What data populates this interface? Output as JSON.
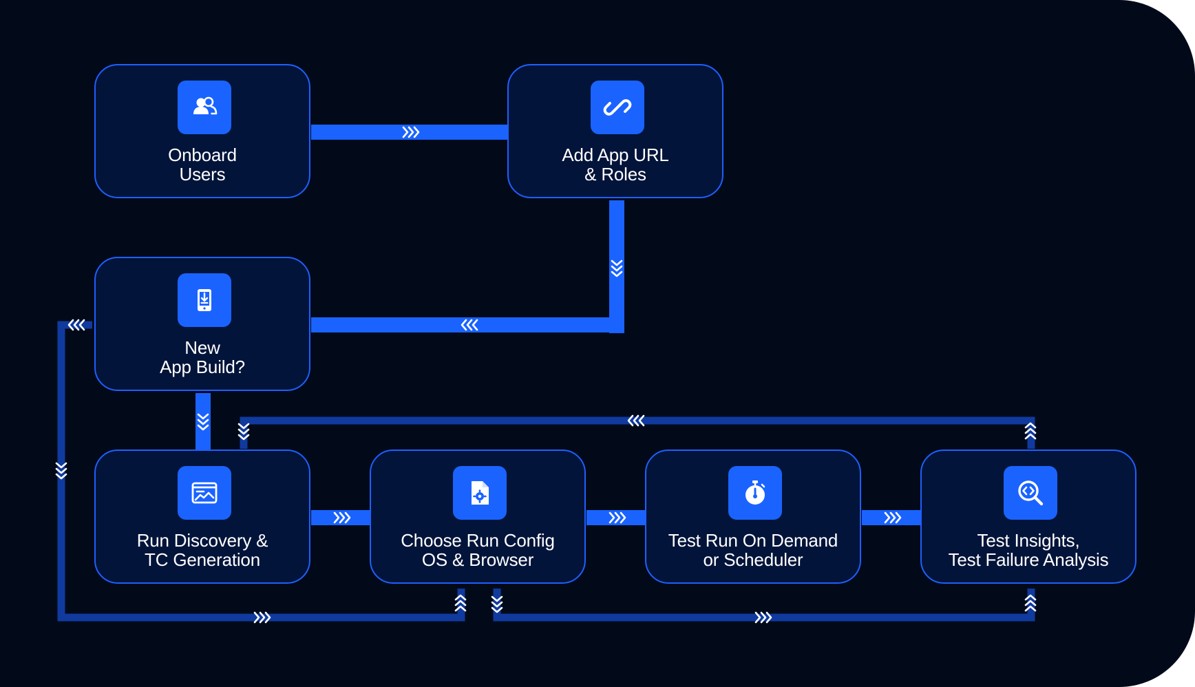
{
  "diagram": {
    "nodes": [
      {
        "id": "onboard",
        "icon": "users-icon",
        "lines": [
          "Onboard",
          "Users"
        ]
      },
      {
        "id": "add-app-url",
        "icon": "link-icon",
        "lines": [
          "Add App URL",
          "& Roles"
        ]
      },
      {
        "id": "new-build",
        "icon": "mobile-download-icon",
        "lines": [
          "New",
          "App Build?"
        ]
      },
      {
        "id": "run-discovery",
        "icon": "browser-image-icon",
        "lines": [
          "Run Discovery &",
          "TC Generation"
        ]
      },
      {
        "id": "run-config",
        "icon": "file-settings-icon",
        "lines": [
          "Choose Run Config",
          "OS & Browser"
        ]
      },
      {
        "id": "test-run",
        "icon": "stopwatch-icon",
        "lines": [
          "Test Run On Demand",
          "or Scheduler"
        ]
      },
      {
        "id": "test-insights",
        "icon": "code-search-icon",
        "lines": [
          "Test Insights,",
          "Test Failure Analysis"
        ]
      }
    ],
    "colors": {
      "background": "#020a1a",
      "node_fill": "#03143a",
      "node_border": "#1f5fff",
      "accent": "#1a63ff",
      "connector_dark": "#103a9e",
      "text": "#ffffff"
    }
  }
}
